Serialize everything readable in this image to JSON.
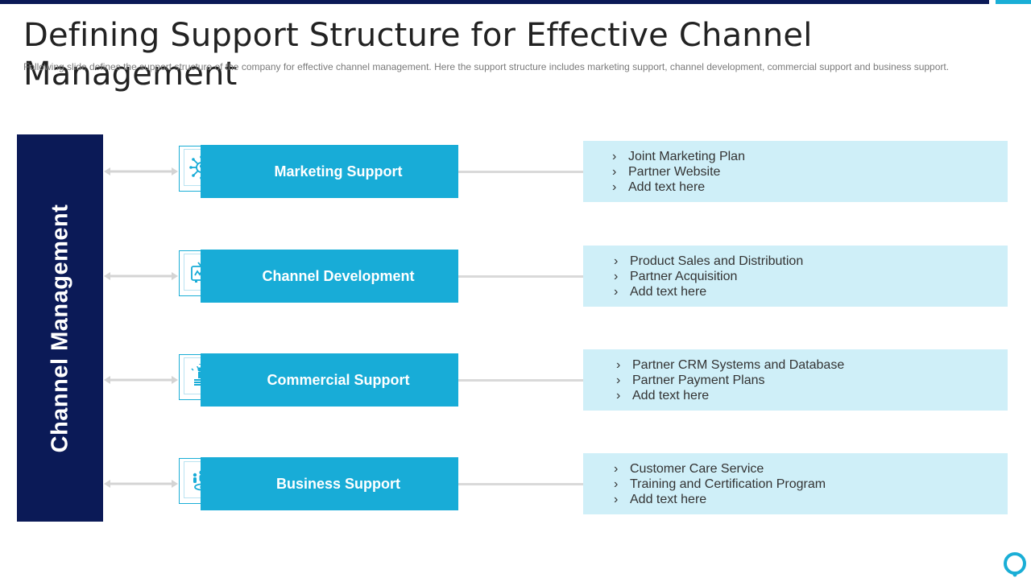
{
  "page": {
    "title": "Defining Support Structure for Effective Channel Management",
    "subtitle": "Following slide defines the support structure of the company for effective channel management. Here the support structure includes marketing support, channel development, commercial support and business support."
  },
  "side": {
    "label": "Channel Management"
  },
  "rows": [
    {
      "label": "Marketing Support",
      "icon": "network-people-icon",
      "items": [
        "Joint Marketing Plan",
        "Partner Website",
        "Add text here"
      ]
    },
    {
      "label": "Channel Development",
      "icon": "tv-icon",
      "items": [
        "Product Sales and Distribution",
        "Partner Acquisition",
        "Add text here"
      ]
    },
    {
      "label": "Commercial Support",
      "icon": "trophy-money-icon",
      "items": [
        "Partner CRM Systems and Database",
        "Partner Payment Plans",
        "Add text here"
      ]
    },
    {
      "label": "Business Support",
      "icon": "team-support-icon",
      "items": [
        "Customer Care Service",
        "Training and Certification Program",
        "Add text here"
      ]
    }
  ],
  "colors": {
    "navy": "#0b1a57",
    "blue": "#18acd7",
    "light_blue": "#cfeff8",
    "connector": "#d9d9d9"
  },
  "bullet_glyph": "›"
}
